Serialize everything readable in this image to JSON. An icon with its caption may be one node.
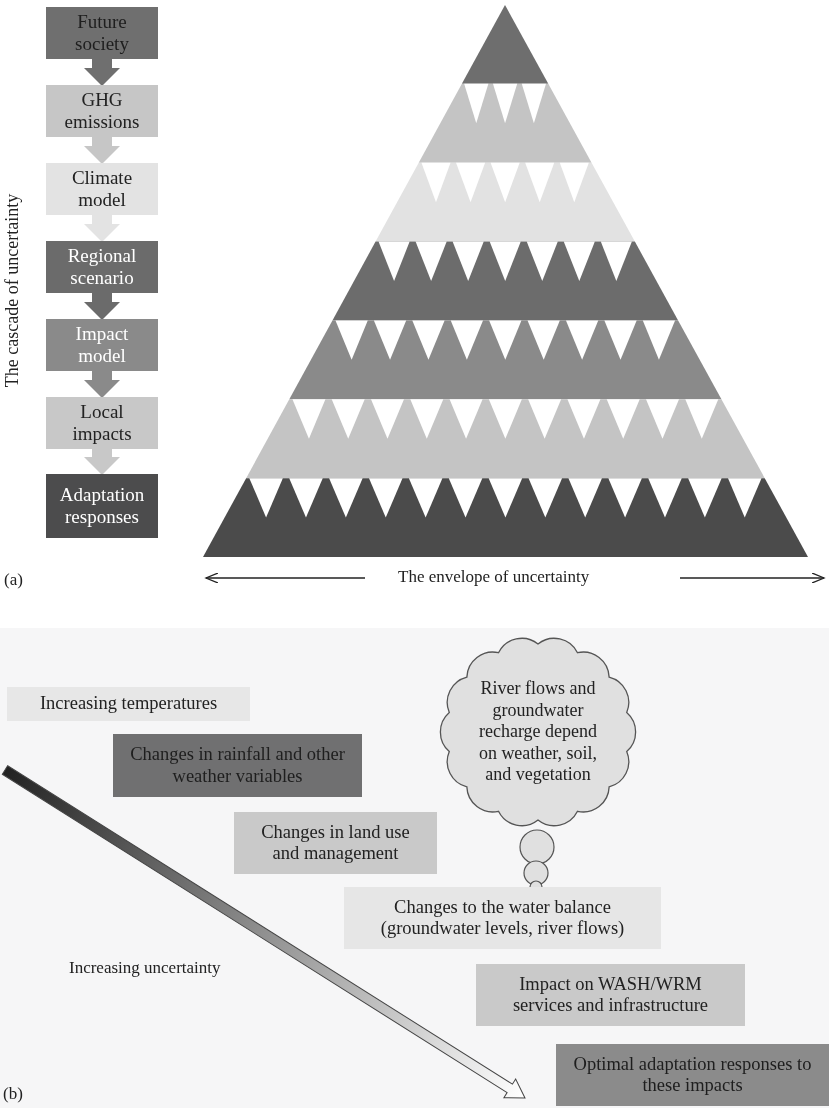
{
  "diagram": {
    "nodes": [
      {
        "text": [
          "Future society"
        ]
      },
      {
        "text": [
          "GHG emissions"
        ]
      },
      {
        "text": [
          "Climate model"
        ]
      },
      {
        "text": [
          "Regional scenario"
        ]
      },
      {
        "text": [
          "Impact model"
        ]
      },
      {
        "text": [
          "Local impacts"
        ]
      },
      {
        "text": [
          "Adaptation responses"
        ]
      },
      {
        "text": [
          "River flows and groundwater recharge depend on weather, soil, and vegetation"
        ]
      },
      {
        "text": [
          "Increasing temperatures"
        ]
      },
      {
        "text": [
          "Changes in rainfall and other weather variables"
        ]
      },
      {
        "text": [
          "Changes in land use and management"
        ]
      },
      {
        "text": [
          "Changes to the water balance (groundwater levels, river flows)"
        ]
      },
      {
        "text": [
          "Impact on WASH/WRM services and infrastructure"
        ]
      },
      {
        "text": [
          "Optimal adaptation responses to these impacts"
        ]
      }
    ],
    "edges": [
      {
        "from": 0,
        "to": 1,
        "arrow": "to",
        "color": "#6f6f6f"
      },
      {
        "from": 1,
        "to": 2,
        "arrow": "to",
        "color": "#c6c6c6"
      },
      {
        "from": 2,
        "to": 3,
        "arrow": "to",
        "color": "#e3e3e3"
      },
      {
        "from": 3,
        "to": 4,
        "arrow": "to",
        "color": "#6b6b6b"
      },
      {
        "from": 4,
        "to": 5,
        "arrow": "to",
        "color": "#8a8a8a"
      },
      {
        "from": 5,
        "to": 6,
        "arrow": "to",
        "color": "#c8c8c8"
      }
    ],
    "labels": [
      "The cascade of uncertainty",
      "The envelope of uncertainty",
      "(a)",
      "Increasing uncertainty",
      "(b)"
    ]
  }
}
